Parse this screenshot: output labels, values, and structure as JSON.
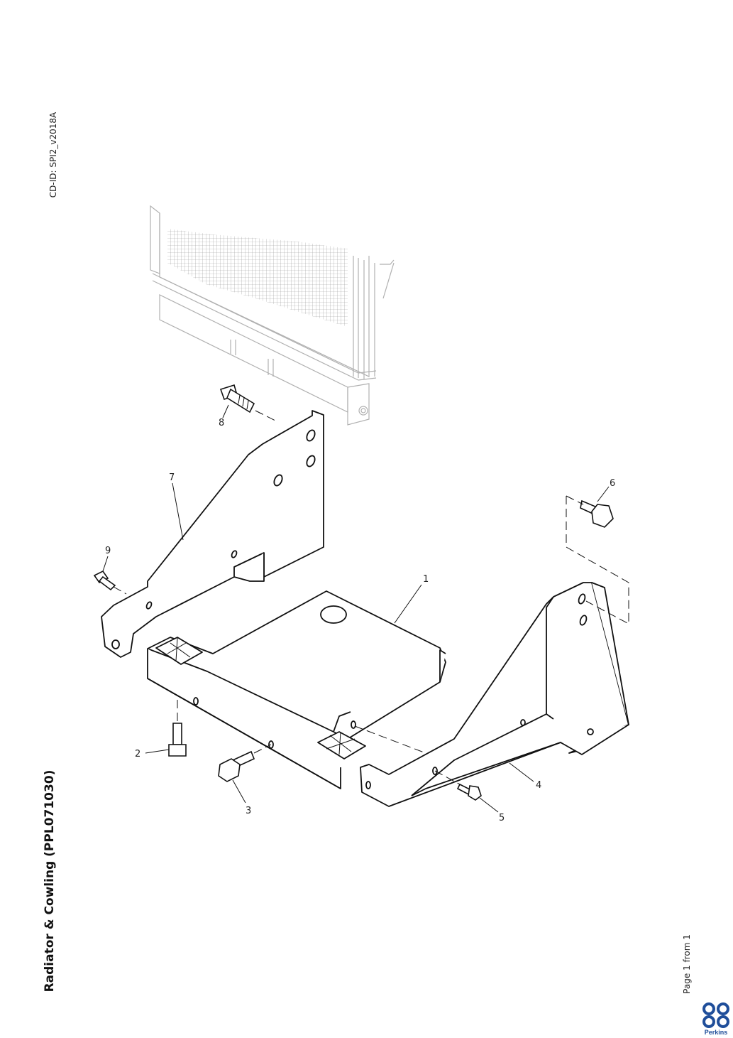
{
  "document": {
    "cd_id": "CD-ID: SPI2_v2018A",
    "title": "Radiator & Cowling (PPL071030)",
    "page_info": "Page 1 from 1",
    "brand": "Perkins"
  },
  "callouts": [
    "1",
    "2",
    "3",
    "4",
    "5",
    "6",
    "7",
    "8",
    "9"
  ]
}
